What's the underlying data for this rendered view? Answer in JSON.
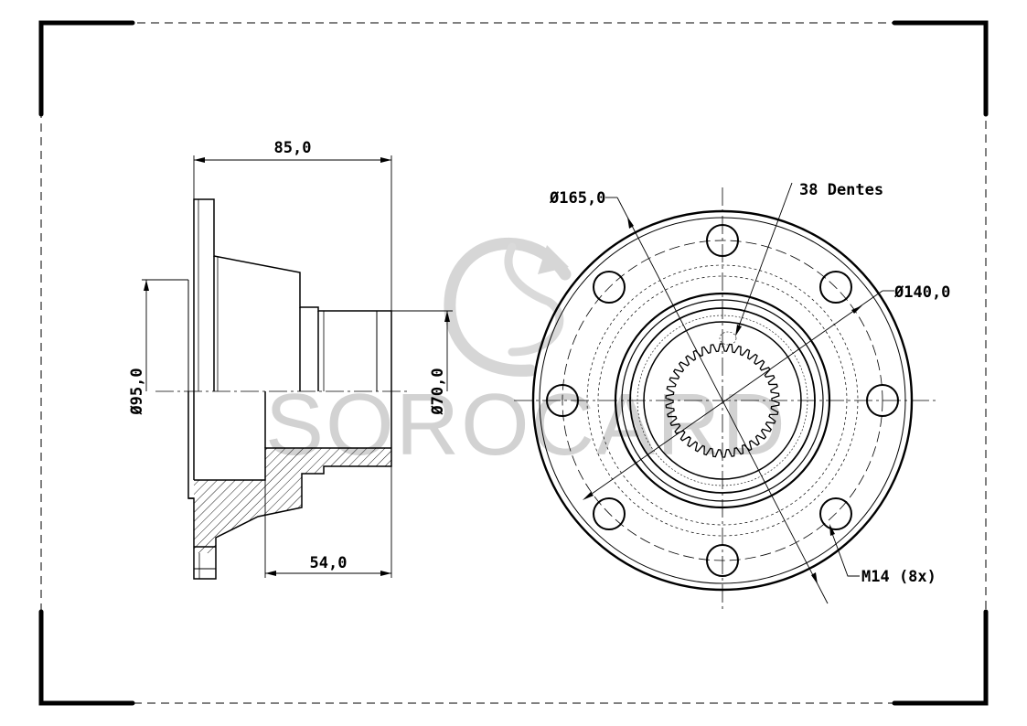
{
  "drawing": {
    "watermark": "SOROCARD",
    "side_view": {
      "overall_length": "85,0",
      "flange_diameter": "Ø95,0",
      "shaft_diameter": "Ø70,0",
      "shaft_length": "54,0"
    },
    "front_view": {
      "outer_diameter": "Ø165,0",
      "bolt_circle": "Ø140,0",
      "teeth": "38 Dentes",
      "bolt_holes": "M14 (8x)"
    }
  },
  "colors": {
    "line": "#000000",
    "watermark": "#d2d2d2",
    "background": "#ffffff"
  }
}
